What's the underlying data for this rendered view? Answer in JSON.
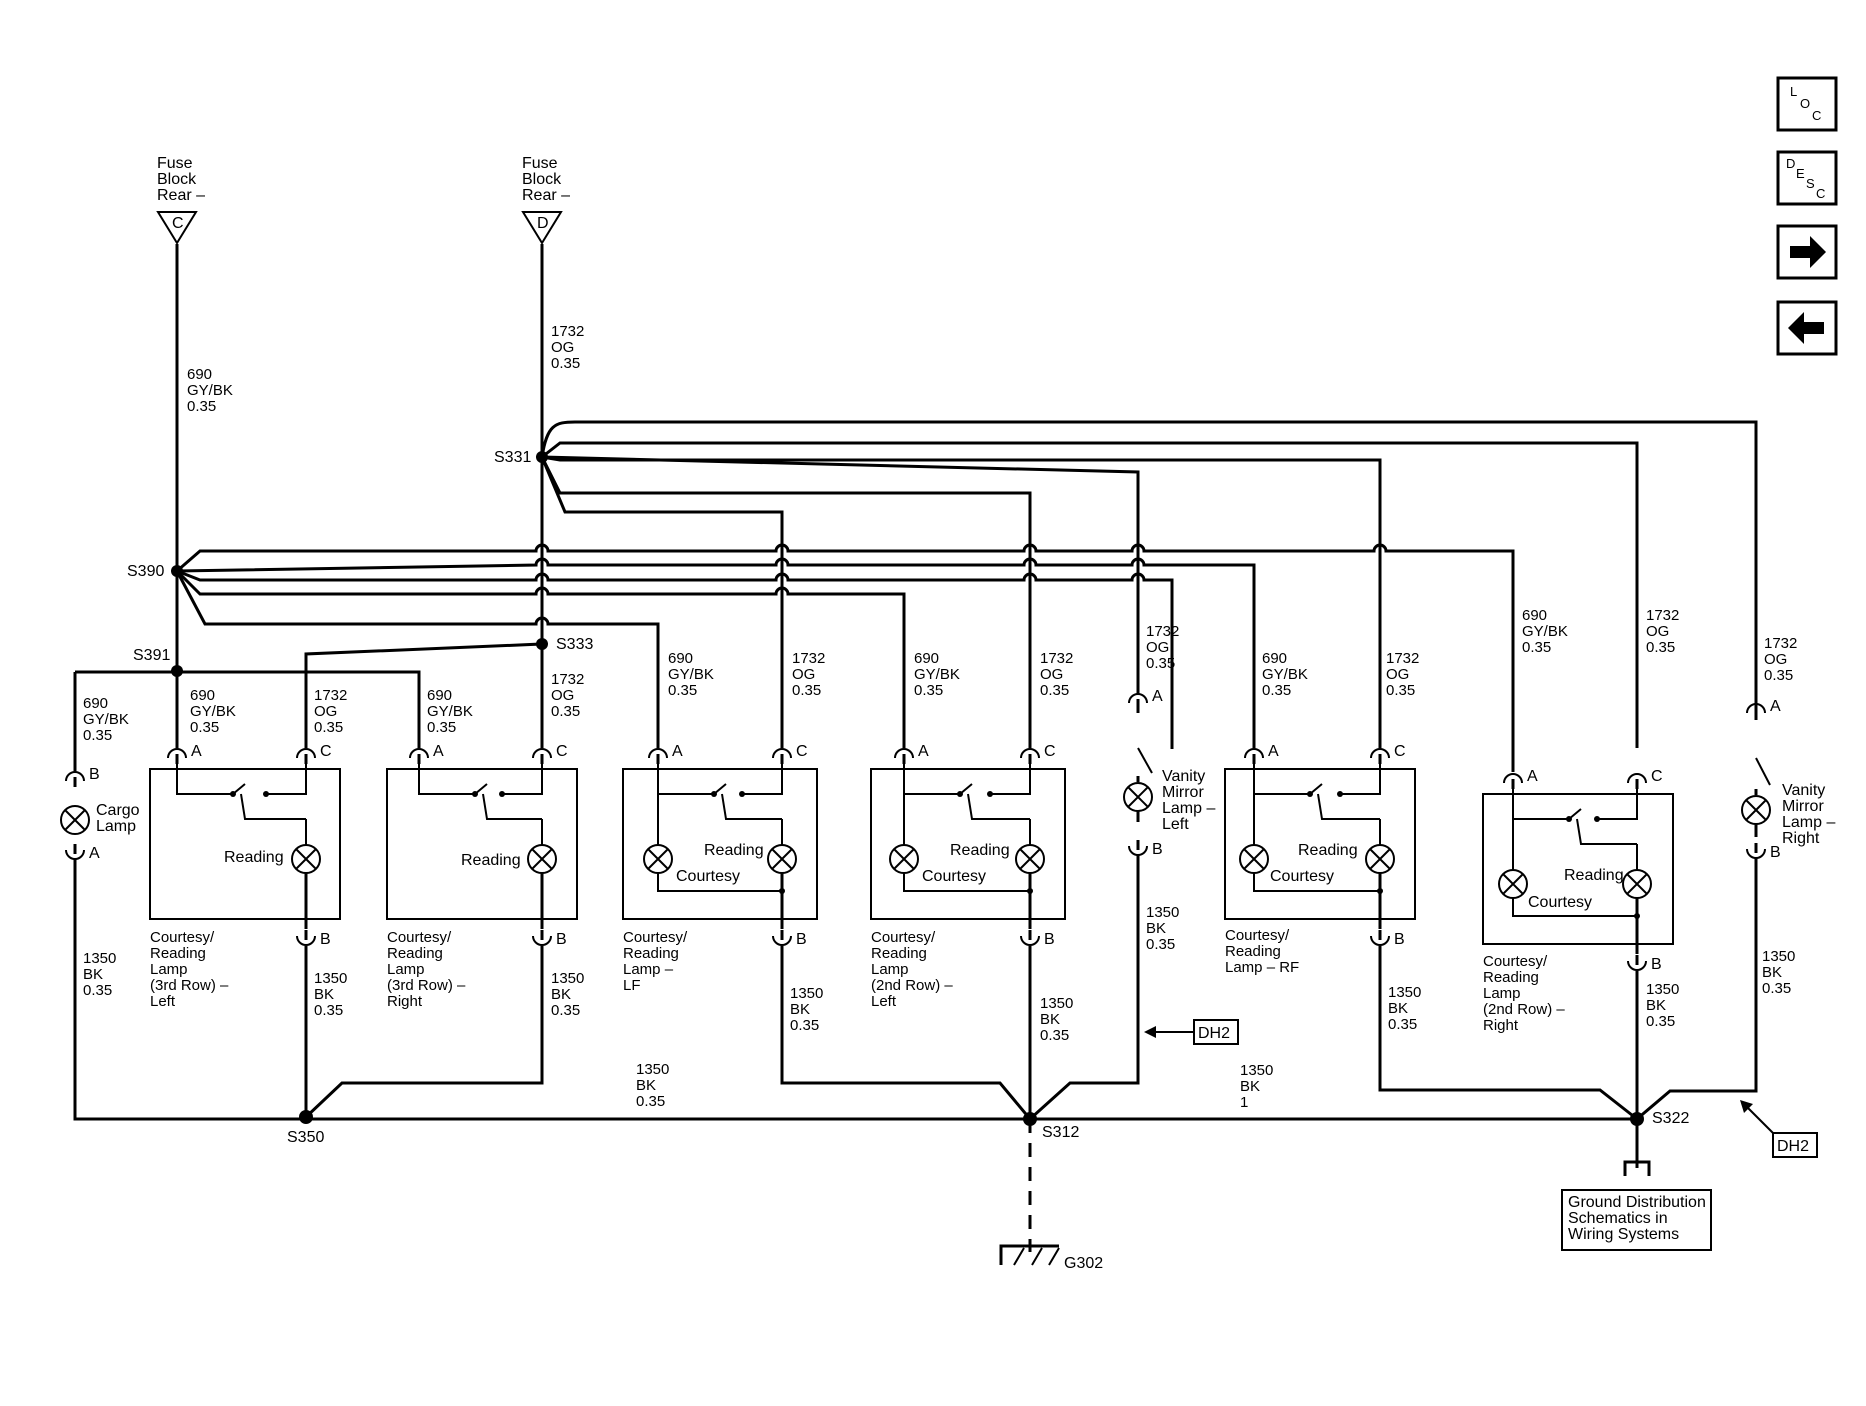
{
  "fuse": {
    "c": {
      "line1": "Fuse",
      "line2": "Block",
      "line3": "Rear –",
      "letter": "C"
    },
    "d": {
      "line1": "Fuse",
      "line2": "Block",
      "line3": "Rear –",
      "letter": "D"
    }
  },
  "wires": {
    "w690": {
      "num": "690",
      "color": "GY/BK",
      "size": "0.35"
    },
    "w1732": {
      "num": "1732",
      "color": "OG",
      "size": "0.35"
    },
    "w1350": {
      "num": "1350",
      "color": "BK",
      "size": "0.35"
    },
    "w1350b": {
      "num": "1350",
      "color": "BK",
      "size": "1"
    }
  },
  "splices": {
    "s331": "S331",
    "s390": "S390",
    "s391": "S391",
    "s333": "S333",
    "s350": "S350",
    "s312": "S312",
    "s322": "S322"
  },
  "pins": {
    "a": "A",
    "b": "B",
    "c": "C"
  },
  "lamp_words": {
    "reading": "Reading",
    "courtesy": "Courtesy"
  },
  "cargo": {
    "line1": "Cargo",
    "line2": "Lamp"
  },
  "components": {
    "l3l": [
      "Courtesy/",
      "Reading",
      "Lamp",
      "(3rd Row) –",
      "Left"
    ],
    "l3r": [
      "Courtesy/",
      "Reading",
      "Lamp",
      "(3rd Row) –",
      "Right"
    ],
    "lf": [
      "Courtesy/",
      "Reading",
      "Lamp –",
      "LF"
    ],
    "l2l": [
      "Courtesy/",
      "Reading",
      "Lamp",
      "(2nd Row) –",
      "Left"
    ],
    "rf": [
      "Courtesy/",
      "Reading",
      "Lamp – RF"
    ],
    "l2r": [
      "Courtesy/",
      "Reading",
      "Lamp",
      "(2nd Row) –",
      "Right"
    ],
    "vml": [
      "Vanity",
      "Mirror",
      "Lamp –",
      "Left"
    ],
    "vmr": [
      "Vanity",
      "Mirror",
      "Lamp –",
      "Right"
    ]
  },
  "ground": {
    "g302": "G302",
    "dist": [
      "Ground Distribution",
      "Schematics in",
      "Wiring Systems"
    ]
  },
  "dh2": "DH2",
  "nav": {
    "loc": {
      "l1": "L",
      "l2": "O",
      "l3": "C"
    },
    "desc": {
      "l1": "D",
      "l2": "E",
      "l3": "S",
      "l4": "C"
    },
    "next_icon": "arrow-right-icon",
    "prev_icon": "arrow-left-icon"
  }
}
